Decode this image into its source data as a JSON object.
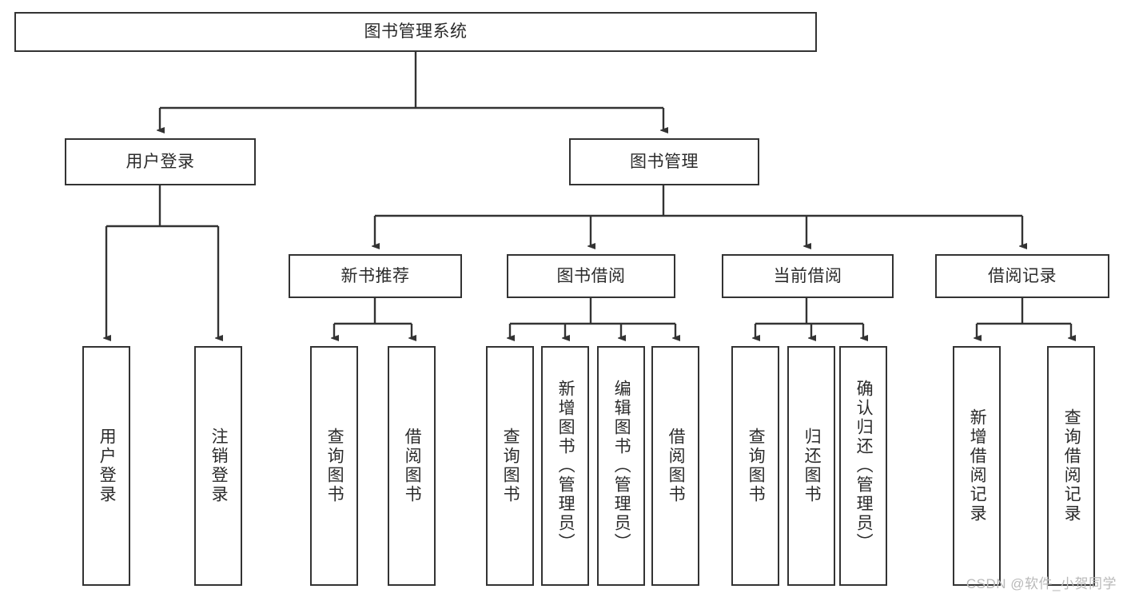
{
  "diagram": {
    "title": "图书管理系统",
    "watermark": "CSDN @软件_小贺同学",
    "colors": {
      "border": "#333333",
      "text": "#2b2b2b",
      "background": "#ffffff",
      "watermark": "#b9b9b9"
    },
    "root": {
      "label": "图书管理系统"
    },
    "level1": [
      {
        "label": "用户登录"
      },
      {
        "label": "图书管理"
      }
    ],
    "level2": [
      {
        "label": "新书推荐"
      },
      {
        "label": "图书借阅"
      },
      {
        "label": "当前借阅"
      },
      {
        "label": "借阅记录"
      }
    ],
    "leaves": {
      "user_login": [
        {
          "label": "用户登录"
        },
        {
          "label": "注销登录"
        }
      ],
      "new_book_recommend": [
        {
          "label": "查询图书"
        },
        {
          "label": "借阅图书"
        }
      ],
      "book_borrow": [
        {
          "label": "查询图书"
        },
        {
          "label": "新增图书（管理员）"
        },
        {
          "label": "编辑图书（管理员）"
        },
        {
          "label": "借阅图书"
        }
      ],
      "current_borrow": [
        {
          "label": "查询图书"
        },
        {
          "label": "归还图书"
        },
        {
          "label": "确认归还（管理员）"
        }
      ],
      "borrow_record": [
        {
          "label": "新增借阅记录"
        },
        {
          "label": "查询借阅记录"
        }
      ]
    }
  }
}
